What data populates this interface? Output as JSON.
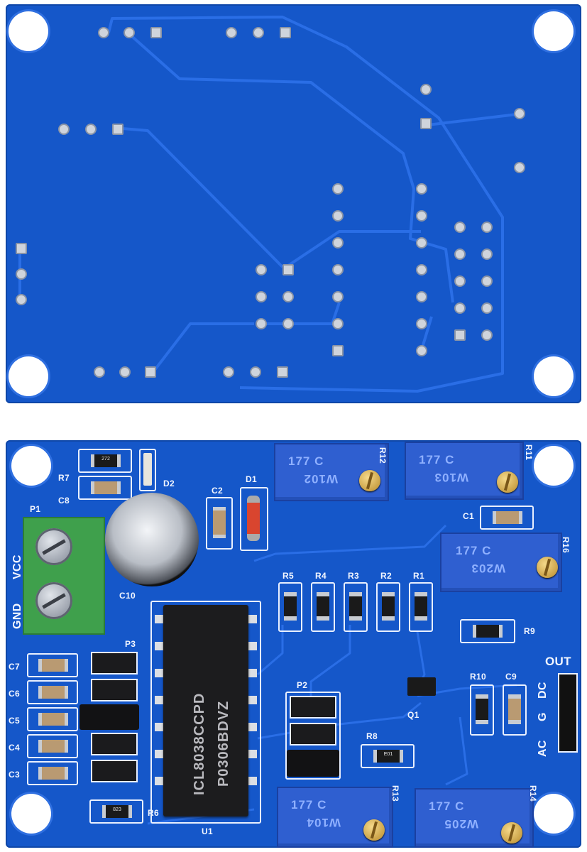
{
  "back_board": {
    "color": "#1557c9"
  },
  "front_board": {
    "color": "#1557c9",
    "labels": {
      "r7": "R7",
      "c8": "C8",
      "d2": "D2",
      "c2": "C2",
      "d1": "D1",
      "r12": "R12",
      "r11": "R11",
      "p1": "P1",
      "vcc": "VCC",
      "gnd": "GND",
      "c10": "C10",
      "c1": "C1",
      "r16": "R16",
      "r5": "R5",
      "r4": "R4",
      "r3": "R3",
      "r2": "R2",
      "r1": "R1",
      "r9": "R9",
      "p3": "P3",
      "c7": "C7",
      "c6": "C6",
      "c5": "C5",
      "c4": "C4",
      "c3": "C3",
      "r6": "R6",
      "u1": "U1",
      "p2": "P2",
      "r8": "R8",
      "q1": "Q1",
      "r10": "R10",
      "c9": "C9",
      "out": "OUT",
      "dc": "DC",
      "g": "G",
      "ac": "AC",
      "r13": "R13",
      "r14": "R14"
    },
    "resistor_codes": {
      "r7": "272",
      "r6": "823",
      "r8": "E01"
    },
    "ic_markings": {
      "line1": "ICL8038CCPD",
      "line2": "P0306BDVZ"
    },
    "pots": {
      "r12": {
        "line1": "177 C",
        "line2": "W102"
      },
      "r11": {
        "line1": "177 C",
        "line2": "W103"
      },
      "r16": {
        "line1": "177 C",
        "line2": "W203"
      },
      "r13": {
        "line1": "177 C",
        "line2": "W104"
      },
      "r14": {
        "line1": "177 C",
        "line2": "W205"
      }
    }
  }
}
